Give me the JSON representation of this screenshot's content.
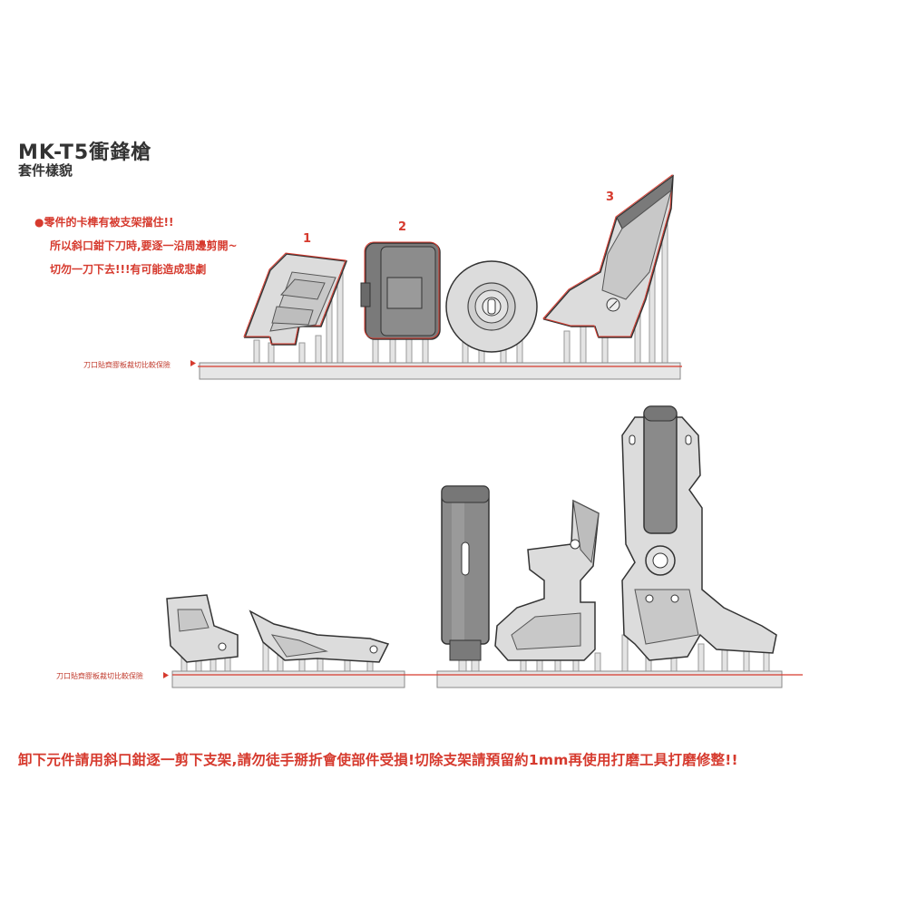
{
  "title": "MK-T5衝鋒槍",
  "subtitle": "套件樣貌",
  "warning": {
    "line1": "●零件的卡榫有被支架擋住!!",
    "line2": "所以斜口鉗下刀時,要逐一沿周邊剪開~",
    "line3": "切勿一刀下去!!!有可能造成悲劇"
  },
  "part_numbers": [
    "1",
    "2",
    "3"
  ],
  "cut_label_top": "刀口貼齊膠板裁切比較保險",
  "cut_label_bottom": "刀口貼齊膠板裁切比較保險",
  "bottom_note": "卸下元件請用斜口鉗逐一剪下支架,請勿徒手掰折會使部件受損!切除支架請預留約1mm再使用打磨工具打磨修整!!",
  "colors": {
    "accent": "#d63a2e",
    "part_fill": "#dcdcdc",
    "part_dark": "#6e6e6e",
    "outline": "#333333"
  }
}
